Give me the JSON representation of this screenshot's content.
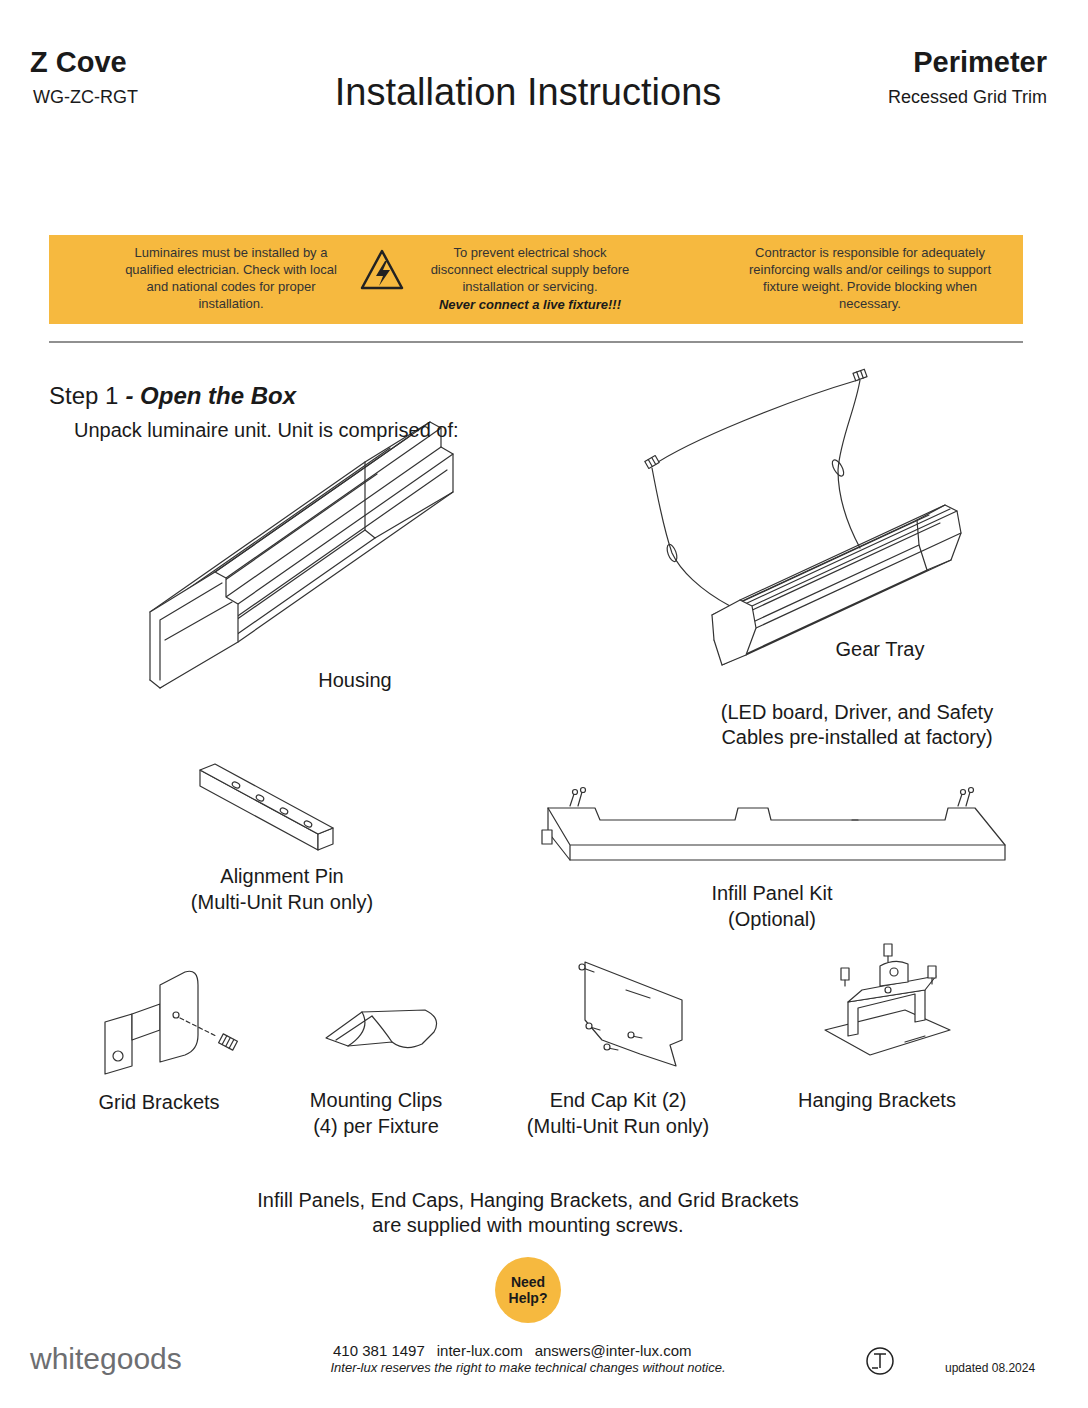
{
  "diagram": {
    "title": "Installation Instructions",
    "nodes": [
      {
        "text": [
          "Luminaires must be installed by a qualified electrician. Check with local and national codes for proper installation.",
          "To prevent electrical shock disconnect electrical supply before installation or servicing.",
          "Never connect a live fixture!!!",
          "Contractor is responsible for adequately reinforcing walls and/or ceilings to support fixture weight. Provide blocking when necessary."
        ]
      },
      {
        "text": [
          "Need Help?"
        ]
      }
    ],
    "labels": [
      "Z Cove",
      "WG-ZC-RGT",
      "Perimeter",
      "Recessed Grid Trim",
      "Step 1",
      "- Open the Box",
      "Unpack luminaire unit. Unit is comprised of:",
      "Housing",
      "Gear Tray",
      "(LED board, Driver, and Safety Cables pre-installed at factory)",
      "Alignment Pin",
      "(Multi-Unit Run only)",
      "Infill Panel Kit",
      "(Optional)",
      "Grid Brackets",
      "Mounting Clips",
      "(4) per Fixture",
      "End Cap Kit (2)",
      "(Multi-Unit Run only)",
      "Hanging Brackets",
      "Infill Panels, End Caps, Hanging Brackets, and Grid Brackets are supplied with mounting screws.",
      "whitegoods",
      "410 381 1497",
      "inter-lux.com",
      "answers@inter-lux.com",
      "Inter-lux reserves the right to make technical changes without notice.",
      "updated 08.2024"
    ]
  }
}
